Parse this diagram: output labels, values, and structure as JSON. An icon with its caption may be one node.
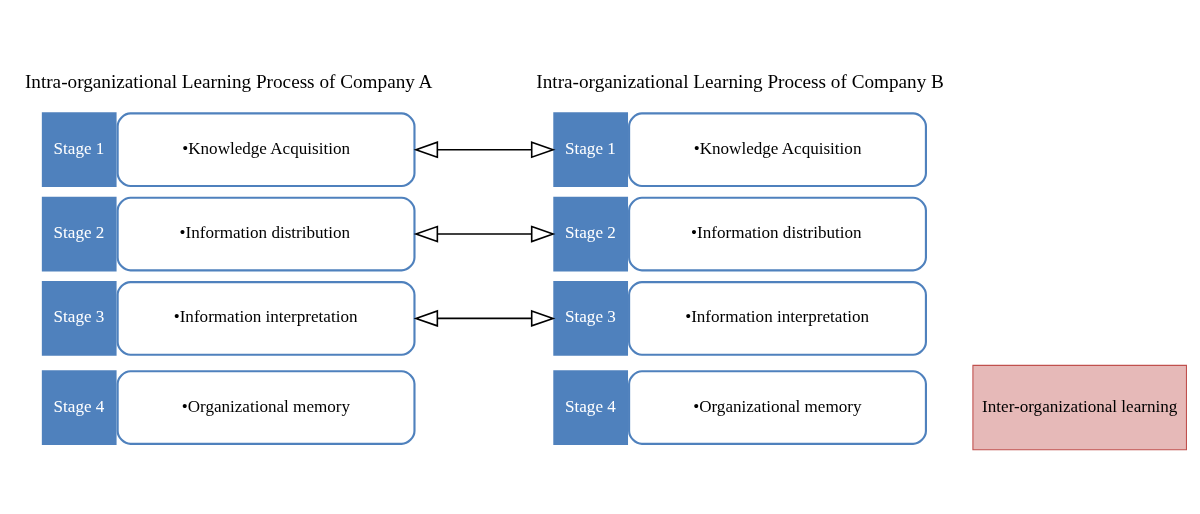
{
  "diagram": {
    "nodes": [
      {
        "text": [
          "Stage 1",
          "•Knowledge Acquisition"
        ]
      },
      {
        "text": [
          "Stage 2",
          "•Information distribution"
        ]
      },
      {
        "text": [
          "Stage 3",
          "•Information interpretation"
        ]
      },
      {
        "text": [
          "Stage 4",
          "•Organizational memory"
        ]
      },
      {
        "text": [
          "Stage 1",
          "•Knowledge Acquisition"
        ]
      },
      {
        "text": [
          "Stage 2",
          "•Information distribution"
        ]
      },
      {
        "text": [
          "Stage 3",
          "•Information interpretation"
        ]
      },
      {
        "text": [
          "Stage 4",
          "•Organizational memory"
        ]
      },
      {
        "text": [
          "Inter-organizational learning"
        ]
      }
    ],
    "edges": [
      {
        "from": 0,
        "to": 4,
        "arrow": "both"
      },
      {
        "from": 1,
        "to": 5,
        "arrow": "both"
      },
      {
        "from": 2,
        "to": 6,
        "arrow": "both"
      }
    ],
    "labels": [
      "Intra-organizational Learning Process of Company A",
      "Intra-organizational Learning Process of Company B"
    ]
  }
}
